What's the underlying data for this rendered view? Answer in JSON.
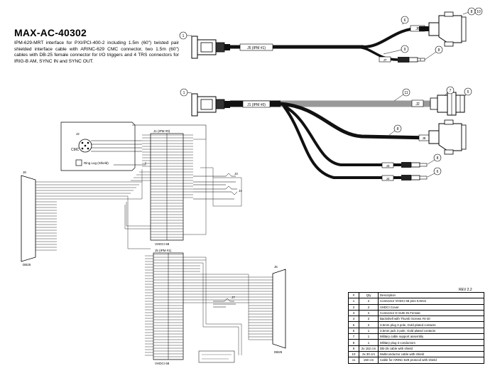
{
  "header": {
    "title": "MAX-AC-40302",
    "description": "IPM-629-MRT interface for PXI/PCI-400-2 including 1.5m (60\") twisted pair shielded interface cable with ARINC-629 CMC connector, two 1.5m (60\") cables with DB-25 female connector for I/O triggers and 4 TRS connectors for IRIG-B AM, SYNC IN and SYNC OUT."
  },
  "revision": "REV 2.2",
  "cables": {
    "top": {
      "j5": "J5 (IPM #1)",
      "j6": "J6",
      "j7": "J7",
      "balloons": [
        "1",
        "6",
        "9",
        "8",
        "10",
        "8"
      ]
    },
    "bottom": {
      "j1": "J1 (IPM #0)",
      "j2": "J2",
      "j8": "J8",
      "j3": "J3",
      "j4": "J4",
      "balloons": [
        "1",
        "11",
        "7",
        "5",
        "8",
        "8",
        "6"
      ]
    }
  },
  "schematic": {
    "j1_title": "J1 (IPM #0)",
    "j1_sub": "VHDCI 68",
    "j5_title": "J5 (IPM #1)",
    "j5_sub": "VHDCI 68",
    "j2_label": "J2",
    "cmc_label": "CMC",
    "ring_lug": "Ring Lug (Shield)",
    "j8_label": "J8",
    "j8_sub": "DB25",
    "j6_label": "J6",
    "j6_sub": "DB25",
    "j3_label": "J3",
    "j4_label": "J4",
    "j7_label": "J7"
  },
  "bom": {
    "headers": [
      "#",
      "Qty",
      "Description"
    ],
    "rows": [
      [
        "1",
        "2",
        "Connector VHDCI 68 pins 0.8mm"
      ],
      [
        "2",
        "2",
        "VHDCI Cover"
      ],
      [
        "3",
        "2",
        "Connector D SUB 25 Female"
      ],
      [
        "4",
        "2",
        "Backshell with Thumb Screws #4-40"
      ],
      [
        "5",
        "2",
        "3.5mm plug 3 pole, Gold plated contacts"
      ],
      [
        "6",
        "1",
        "3.5mm jack 3 pole, Gold plated contacts"
      ],
      [
        "7",
        "1",
        "Military cable support assembly"
      ],
      [
        "8",
        "1",
        "Military plug 3 conductors"
      ],
      [
        "9",
        "2x 152 cm",
        "DB-25 cable with shield"
      ],
      [
        "10",
        "2x 30 cm",
        "Multiconductor cable with shield"
      ],
      [
        "11",
        "150 cm",
        "Cable for ARINC-629 protocol with shield"
      ]
    ]
  }
}
